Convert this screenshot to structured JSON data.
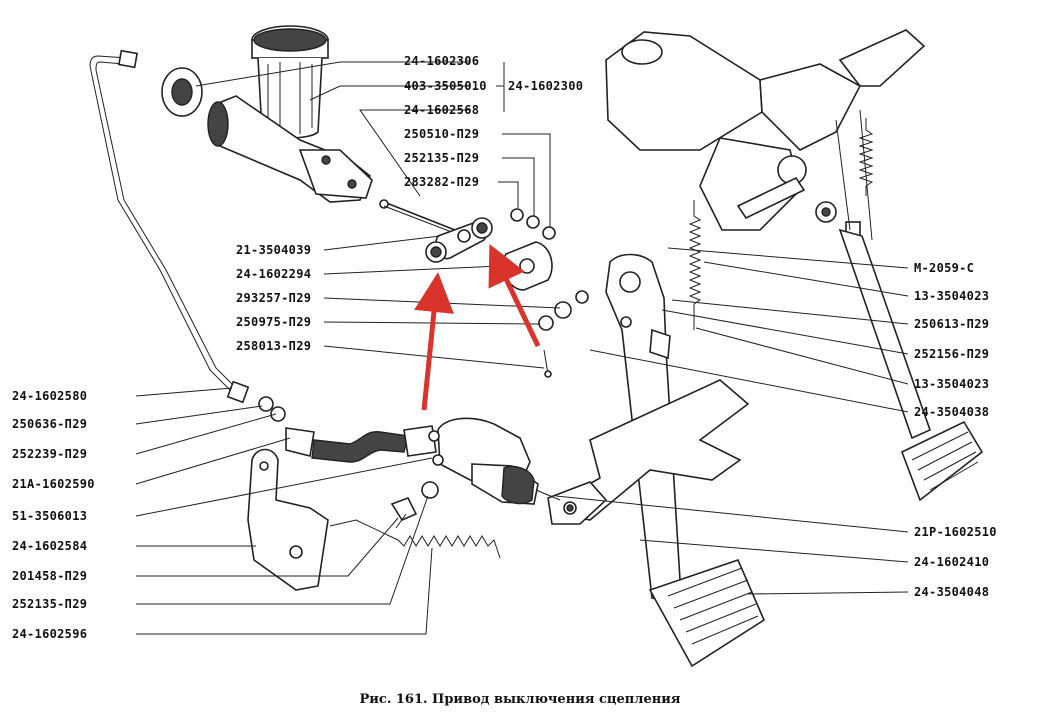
{
  "figure": {
    "caption": "Рис. 161. Привод выключения сцепления",
    "arrow_color": "#d9332b",
    "line_color": "#222222"
  },
  "labels": {
    "l1": "24-1602306",
    "l2": "403-3505010",
    "l3": "24-1602300",
    "l4": "24-1602568",
    "l5": "250510-П29",
    "l6": "252135-П29",
    "l7": "283282-П29",
    "l8": "21-3504039",
    "l9": "24-1602294",
    "l10": "293257-П29",
    "l11": "250975-П29",
    "l12": "258013-П29",
    "r1": "М-2059-С",
    "r2": "13-3504023",
    "r3": "250613-П29",
    "r4": "252156-П29",
    "r5": "13-3504023",
    "r6": "24-3504038",
    "b1": "24-1602580",
    "b2": "250636-П29",
    "b3": "252239-П29",
    "b4": "21А-1602590",
    "b5": "51-3506013",
    "b6": "24-1602584",
    "b7": "201458-П29",
    "b8": "252135-П29",
    "b9": "24-1602596",
    "r7": "21Р-1602510",
    "r8": "24-1602410",
    "r9": "24-3504048"
  }
}
